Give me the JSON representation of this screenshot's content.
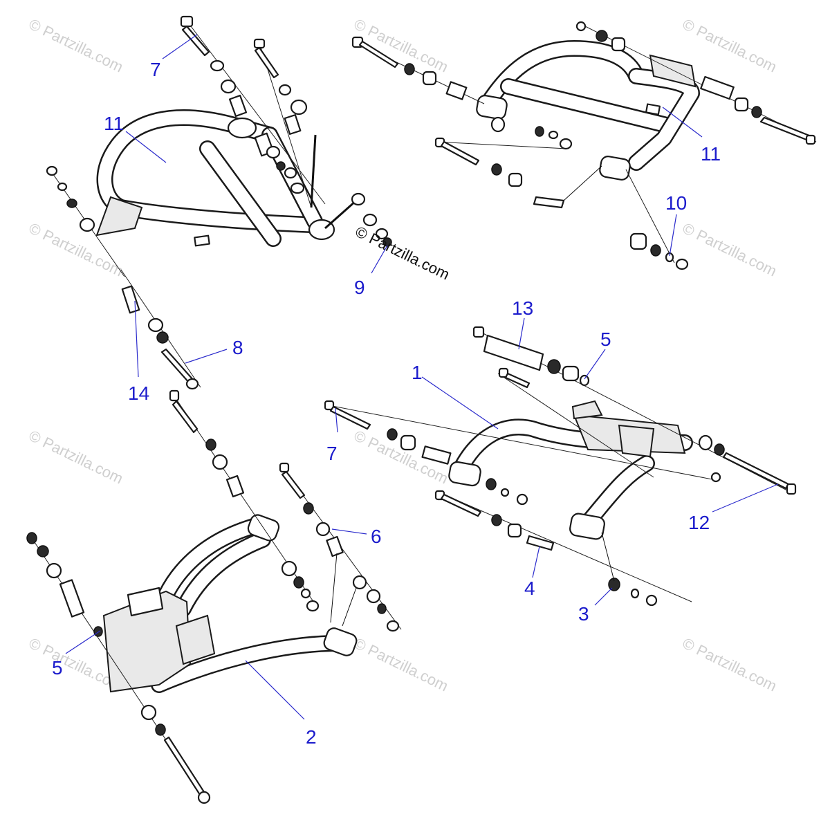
{
  "watermark": "© Partzilla.com",
  "copyright": "© Partzilla.com",
  "callouts": [
    "11",
    "7",
    "8",
    "14",
    "9",
    "11",
    "10",
    "13",
    "5",
    "1",
    "7",
    "12",
    "4",
    "3",
    "5",
    "6",
    "2"
  ],
  "colors": {
    "callout": "#1c1ccc",
    "leader": "#2b2bcc",
    "line": "#1a1a1a",
    "watermark": "#cfcfcf"
  }
}
